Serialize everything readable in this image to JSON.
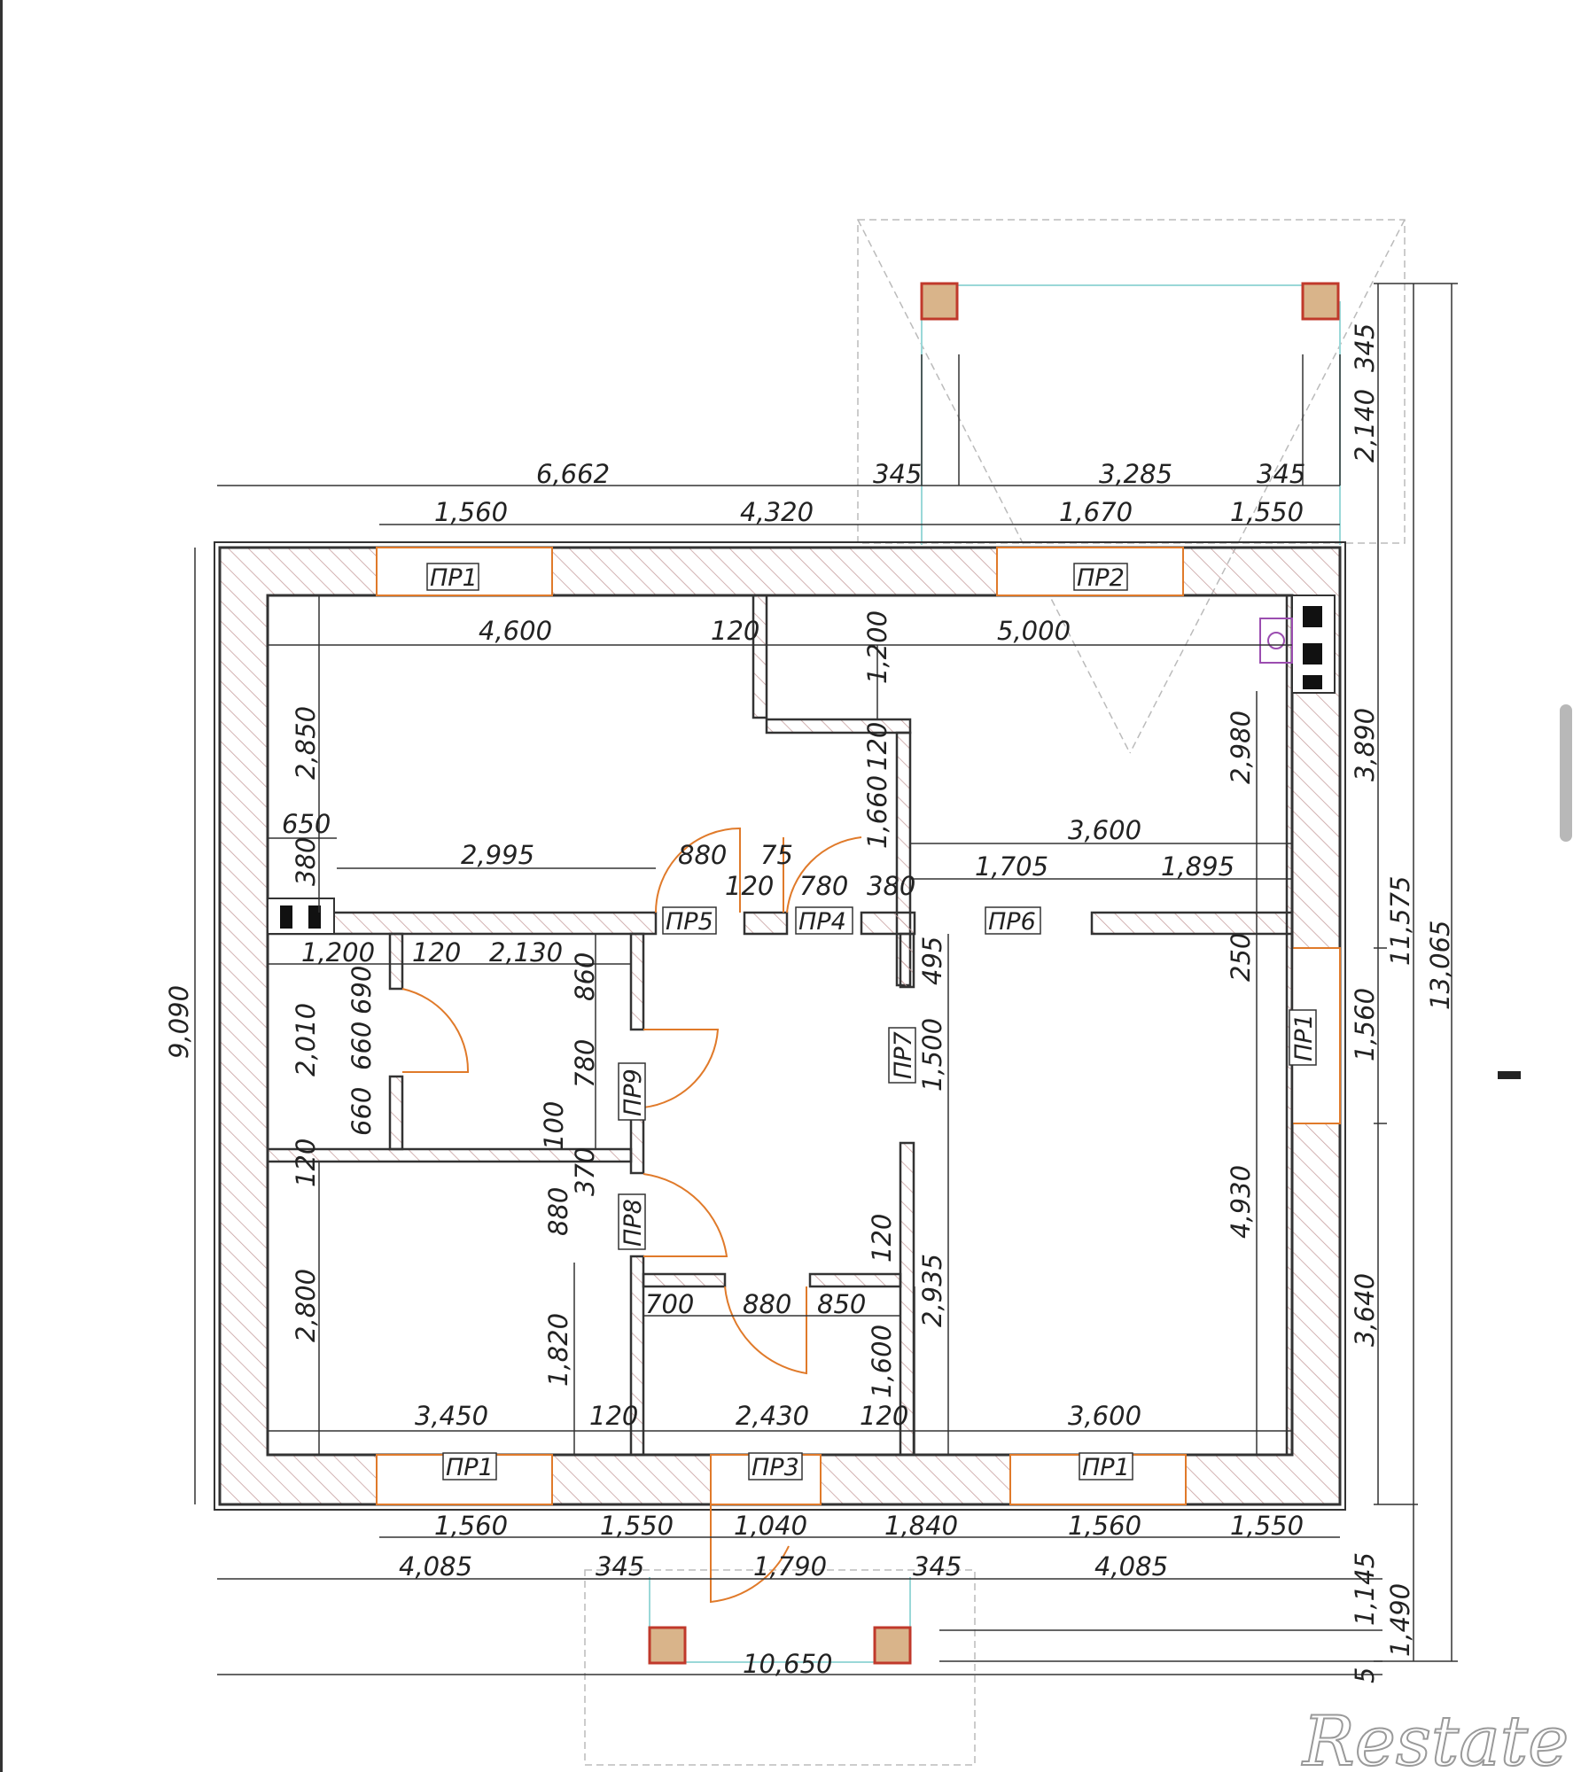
{
  "plan": {
    "overall_dims": {
      "total_width": "10,650",
      "total_height": "9,090",
      "top_left": "6,662",
      "right_total": "13,065",
      "right_mid": "11,575"
    },
    "top_row_dims": [
      "1,560",
      "4,320",
      "1,670",
      "1,550"
    ],
    "porch_top_dims": [
      "345",
      "3,285",
      "345"
    ],
    "porch_right_dims": [
      "345",
      "2,140"
    ],
    "right_dims": [
      "3,890",
      "1,560",
      "3,640"
    ],
    "right_bottom_dims": [
      "1,145",
      "1,490"
    ],
    "bottom_row_dims": [
      "1,560",
      "1,550",
      "1,040",
      "1,840",
      "1,560",
      "1,550"
    ],
    "bottom_row2_dims": [
      "4,085",
      "345",
      "1,790",
      "345",
      "4,085"
    ],
    "interior_dims": {
      "top_left_room": "4,600",
      "wall_120a": "120",
      "top_right_room": "5,000",
      "d_1200": "1,200",
      "d_2850": "2,850",
      "d_650": "650",
      "d_380a": "380",
      "d_2995": "2,995",
      "d_880a": "880",
      "d_75": "75",
      "d_120b": "120",
      "d_780a": "780",
      "d_380b": "380",
      "d_1660": "1,660",
      "d_120c": "120",
      "d_2980": "2,980",
      "d_3600a": "3,600",
      "d_1705": "1,705",
      "d_1895": "1,895",
      "d_1200b": "1,200",
      "d_120d": "120",
      "d_2130": "2,130",
      "d_860": "860",
      "d_690": "690",
      "d_660a": "660",
      "d_2010": "2,010",
      "d_660b": "660",
      "d_780b": "780",
      "d_100": "100",
      "d_370": "370",
      "d_495": "495",
      "d_1500": "1,500",
      "d_250": "250",
      "d_4930": "4,930",
      "d_120e": "120",
      "d_2800": "2,800",
      "d_880b": "880",
      "d_1820": "1,820",
      "d_120f": "120",
      "d_700": "700",
      "d_880c": "880",
      "d_850": "850",
      "d_2935": "2,935",
      "d_1600": "1,600",
      "d_3450": "3,450",
      "d_120g": "120",
      "d_2430": "2,430",
      "d_120h": "120",
      "d_3600b": "3,600",
      "d_5": "5"
    },
    "opening_labels": {
      "pr1_top": "ПР1",
      "pr2_top": "ПР2",
      "pr5": "ПР5",
      "pr4": "ПР4",
      "pr6": "ПР6",
      "pr7": "ПР7",
      "pr9": "ПР9",
      "pr8": "ПР8",
      "pr1_right": "ПР1",
      "pr1_bottom_left": "ПР1",
      "pr3": "ПР3",
      "pr1_bottom_right": "ПР1"
    },
    "colors": {
      "wall": "#333333",
      "hatch": "#c7a0a0",
      "opening": "#e07a2a",
      "column_fill": "#d9b48a",
      "column_stroke": "#c0392b",
      "porch": "#aee6e6",
      "fixture": "#9b4db0"
    }
  },
  "watermark": "Restate"
}
